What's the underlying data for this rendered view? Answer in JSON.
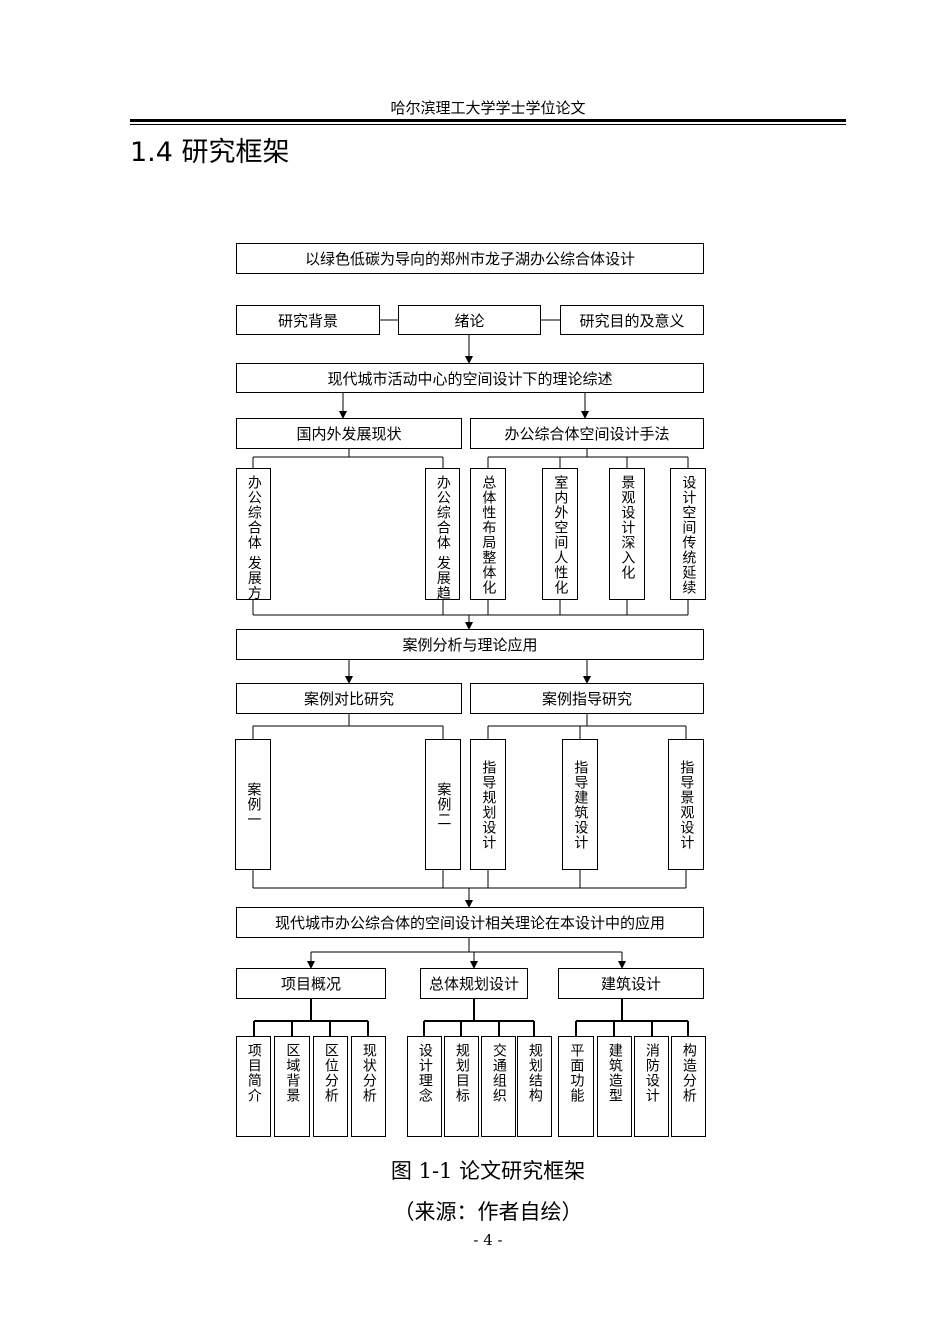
{
  "header": {
    "title": "哈尔滨理工大学学士学位论文"
  },
  "section": {
    "title": "1.4 研究框架"
  },
  "diagram": {
    "top": "以绿色低碳为导向的郑州市龙子湖办公综合体设计",
    "row1": {
      "left": "研究背景",
      "center": "绪论",
      "right": "研究目的及意义"
    },
    "review": "现代城市活动中心的空间设计下的理论综述",
    "branch1": {
      "left": "国内外发展现状",
      "right": "办公综合体空间设计手法"
    },
    "vert1": [
      "办公综合体 发展方",
      "办公综合体 发展趋",
      "总体性布局整体化",
      "室内外空间人性化",
      "景观设计深入化",
      "设计空间传统延续"
    ],
    "case": "案例分析与理论应用",
    "branch2": {
      "left": "案例对比研究",
      "right": "案例指导研究"
    },
    "vert2": [
      "案例一",
      "案例二",
      "指导规划设计",
      "指导建筑设计",
      "指导景观设计"
    ],
    "apply": "现代城市办公综合体的空间设计相关理论在本设计中的应用",
    "branch3": {
      "a": "项目概况",
      "b": "总体规划设计",
      "c": "建筑设计"
    },
    "leaves": [
      "项目简介",
      "区域背景",
      "区位分析",
      "现状分析",
      "设计理念",
      "规划目标",
      "交通组织",
      "规划结构",
      "平面功能",
      "建筑造型",
      "消防设计",
      "构造分析"
    ]
  },
  "figure": {
    "caption": "图 1-1  论文研究框架",
    "source": "（来源：作者自绘）"
  },
  "page": {
    "number": "- 4 -"
  }
}
